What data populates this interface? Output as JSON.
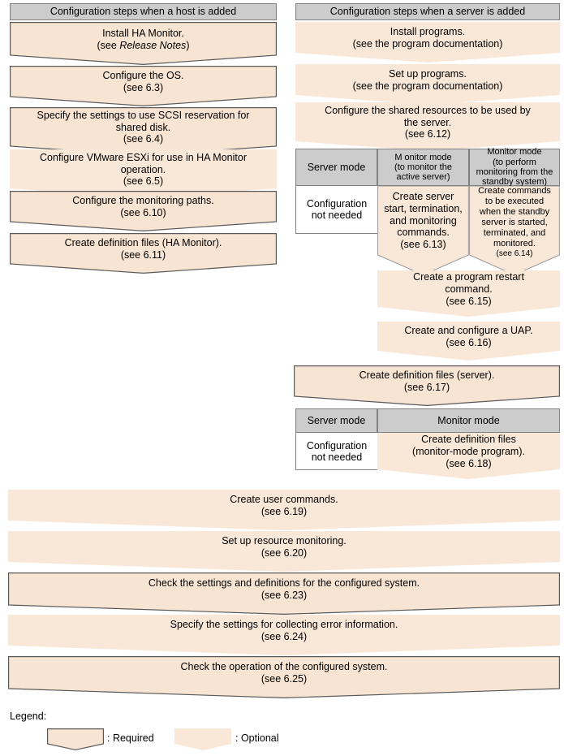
{
  "theme": {
    "fill_optional": "#f9e7d7",
    "fill_required": "#f8e4d2",
    "stroke_required": "#595959",
    "stroke_optional": "#f3ddc8",
    "header_bg": "#cccccc",
    "header_border": "#808080",
    "text": "#000000"
  },
  "columns": {
    "host": {
      "header": "Configuration steps when a host is added"
    },
    "server": {
      "header": "Configuration steps when a server is added"
    }
  },
  "host_steps": [
    {
      "line1": "Install HA Monitor.",
      "line2_pre": "(see ",
      "line2_em": "Release Notes",
      "line2_post": ")",
      "type": "required"
    },
    {
      "line1": "Configure the OS.",
      "line2": "(see 6.3)",
      "type": "required"
    },
    {
      "line1": "Specify the settings to use SCSI reservation for",
      "line1b": "shared disk.",
      "line2": "(see 6.4)",
      "type": "required"
    },
    {
      "line1": "Configure VMware ESXi for use in HA Monitor",
      "line1b": "operation.",
      "line2": "(see 6.5)",
      "type": "optional"
    },
    {
      "line1": "Configure the monitoring paths.",
      "line2": "(see 6.10)",
      "type": "required"
    },
    {
      "line1": "Create definition files (HA Monitor).",
      "line2": "(see 6.11)",
      "type": "required"
    }
  ],
  "server_steps": [
    {
      "line1": "Install programs.",
      "line2": "(see the program documentation)",
      "type": "optional"
    },
    {
      "line1": "Set up programs.",
      "line2": "(see the program documentation)",
      "type": "optional"
    },
    {
      "line1": "Configure the shared resources to be used by",
      "line1b": "the server.",
      "line2": "(see 6.12)",
      "type": "optional"
    }
  ],
  "table1": {
    "head_col1": "Server mode",
    "head_col2_l1": "M onitor mode",
    "head_col2_l2": "(to monitor the",
    "head_col2_l3": "active server)",
    "head_col3_l1": "Monitor mode",
    "head_col3_l2": "(to perform",
    "head_col3_l3": "monitoring from the",
    "head_col3_l4": "standby system)",
    "body_col1_l1": "Configuration",
    "body_col1_l2": "not needed",
    "body_col2": {
      "l1": "Create server",
      "l2": "start, termination,",
      "l3": "and monitoring",
      "l4": "commands.",
      "l5": "(see 6.13)",
      "type": "optional"
    },
    "body_col3": {
      "l1": "Create commands",
      "l2": "to be executed",
      "l3": "when the standby",
      "l4": "server is started,",
      "l5": "terminated, and",
      "l6": "monitored.",
      "l7": "(see 6.14)",
      "type": "optional"
    }
  },
  "server_steps_2": [
    {
      "line1": "Create a program restart",
      "line1b": "command.",
      "line2": "(see 6.15)",
      "type": "optional"
    },
    {
      "line1": "Create and configure a UAP.",
      "line2": "(see 6.16)",
      "type": "optional"
    },
    {
      "line1": "Create definition files (server).",
      "line2": "(see 6.17)",
      "type": "required"
    }
  ],
  "table2": {
    "head_col1": "Server mode",
    "head_col2": "Monitor mode",
    "body_col1_l1": "Configuration",
    "body_col1_l2": "not needed",
    "body_col2": {
      "l1": "Create definition files",
      "l2": "(monitor-mode program).",
      "l3": "(see 6.18)",
      "type": "optional"
    }
  },
  "final_steps": [
    {
      "line1": "Create user commands.",
      "line2": "(see 6.19)",
      "type": "optional"
    },
    {
      "line1": "Set up resource monitoring.",
      "line2": "(see 6.20)",
      "type": "optional"
    },
    {
      "line1": "Check the settings and definitions for the configured system.",
      "line2": "(see 6.23)",
      "type": "required"
    },
    {
      "line1": "Specify the settings for collecting error information.",
      "line2": "(see 6.24)",
      "type": "optional"
    },
    {
      "line1": "Check the operation of the configured system.",
      "line2": "(see 6.25)",
      "type": "required"
    }
  ],
  "legend": {
    "title": "Legend:",
    "required_label": ": Required",
    "optional_label": ": Optional"
  }
}
